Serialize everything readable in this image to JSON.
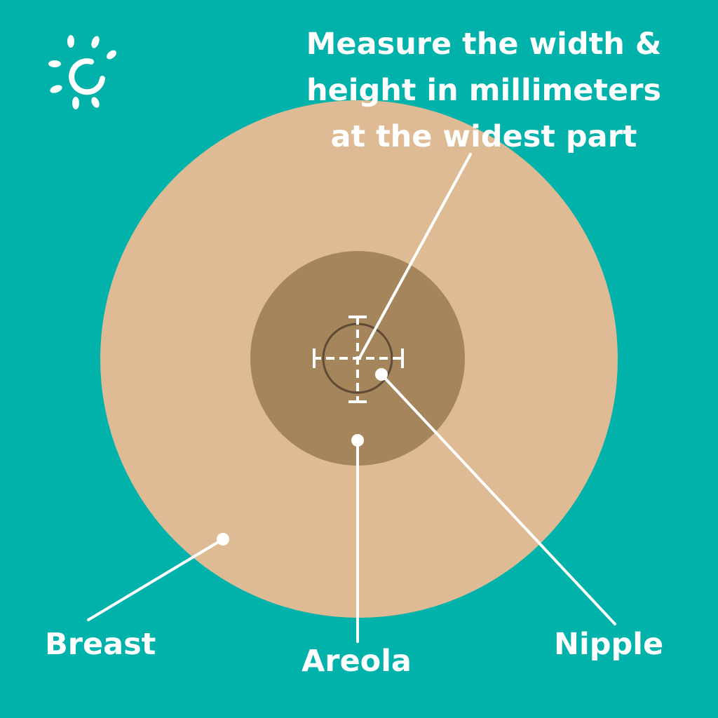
{
  "colors": {
    "background": "#00b2aa",
    "breast": "#dfbb95",
    "areola": "#a5855c",
    "nipple_outline": "#5e4a35",
    "foreground": "#ffffff"
  },
  "logo": {
    "icon": "sun-icon"
  },
  "heading": {
    "lines": [
      "Measure the width &",
      "height in millimeters",
      "at the widest part"
    ]
  },
  "labels": {
    "breast": "Breast",
    "areola": "Areola",
    "nipple": "Nipple"
  },
  "measurement_marker": {
    "icon": "crosshair-icon"
  }
}
